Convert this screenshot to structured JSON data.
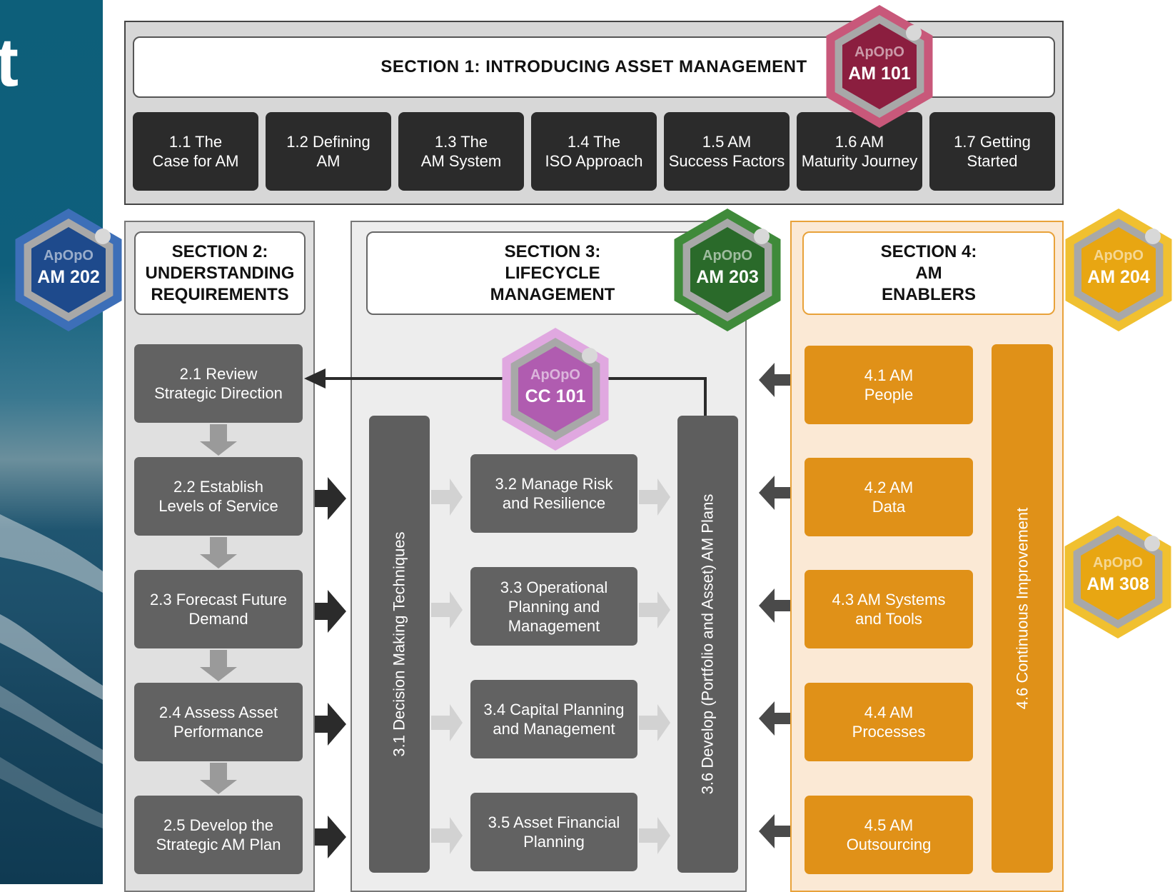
{
  "strip": {
    "letter": "t"
  },
  "section1": {
    "title": "SECTION 1:  INTRODUCING ASSET MANAGEMENT",
    "modules": [
      "1.1 The\nCase for AM",
      "1.2 Defining\nAM",
      "1.3 The\nAM System",
      "1.4 The\nISO Approach",
      "1.5 AM\nSuccess Factors",
      "1.6 AM\nMaturity Journey",
      "1.7 Getting\nStarted"
    ]
  },
  "section2": {
    "title": "SECTION 2:\nUNDERSTANDING\nREQUIREMENTS",
    "steps": [
      "2.1 Review\nStrategic Direction",
      "2.2 Establish\nLevels of Service",
      "2.3 Forecast Future\nDemand",
      "2.4 Assess Asset\nPerformance",
      "2.5 Develop the\nStrategic AM Plan"
    ]
  },
  "section3": {
    "title": "SECTION 3:\nLIFECYCLE\nMANAGEMENT",
    "left_bar": "3.1 Decision Making Techniques",
    "right_bar": "3.6 Develop (Portfolio and Asset) AM Plans",
    "steps": [
      "3.2 Manage Risk\nand Resilience",
      "3.3 Operational\nPlanning and\nManagement",
      "3.4 Capital Planning\nand Management",
      "3.5 Asset Financial\nPlanning"
    ]
  },
  "section4": {
    "title": "SECTION 4:\nAM\nENABLERS",
    "side_bar": "4.6 Continuous Improvement",
    "steps": [
      "4.1 AM\nPeople",
      "4.2 AM\nData",
      "4.3 AM Systems\nand Tools",
      "4.4 AM\nProcesses",
      "4.5 AM\nOutsourcing"
    ]
  },
  "badges": [
    {
      "brand": "ApOpO",
      "code": "AM 101",
      "color": "#8b1e3f",
      "ring": "#c8587a"
    },
    {
      "brand": "ApOpO",
      "code": "AM 202",
      "color": "#1e4a8c",
      "ring": "#3d6fb8"
    },
    {
      "brand": "ApOpO",
      "code": "AM 203",
      "color": "#2a6a2a",
      "ring": "#3f8a3a"
    },
    {
      "brand": "ApOpO",
      "code": "AM 204",
      "color": "#e8a612",
      "ring": "#f0c030"
    },
    {
      "brand": "ApOpO",
      "code": "CC 101",
      "color": "#b05cb0",
      "ring": "#e0a8e0"
    },
    {
      "brand": "ApOpO",
      "code": "AM 308",
      "color": "#e8a612",
      "ring": "#f0c030"
    }
  ],
  "colors": {
    "dark": "#2b2b2b",
    "grey_tile": "#626262",
    "orange": "#e09118",
    "section4_bg": "#fbe9d5"
  }
}
